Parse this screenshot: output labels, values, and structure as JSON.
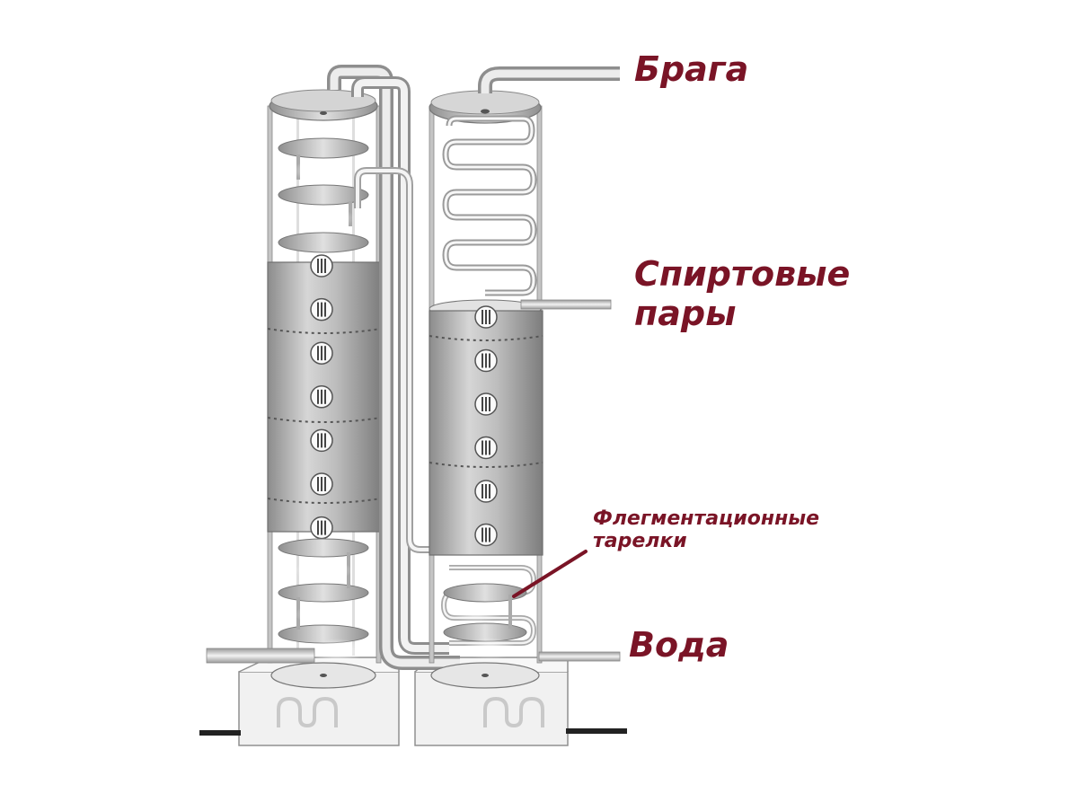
{
  "labels": {
    "braga": "Брага",
    "spirit_vapors_line1": "Спиртовые",
    "spirit_vapors_line2": "пары",
    "water": "Вода",
    "plates_line1": "Флегментационные",
    "plates_line2": "тарелки"
  },
  "colors": {
    "label_text": "#7a1426",
    "metal_dark": "#8a8a8a",
    "metal_light": "#dcdcdc",
    "frame": "#b8b8b8"
  }
}
